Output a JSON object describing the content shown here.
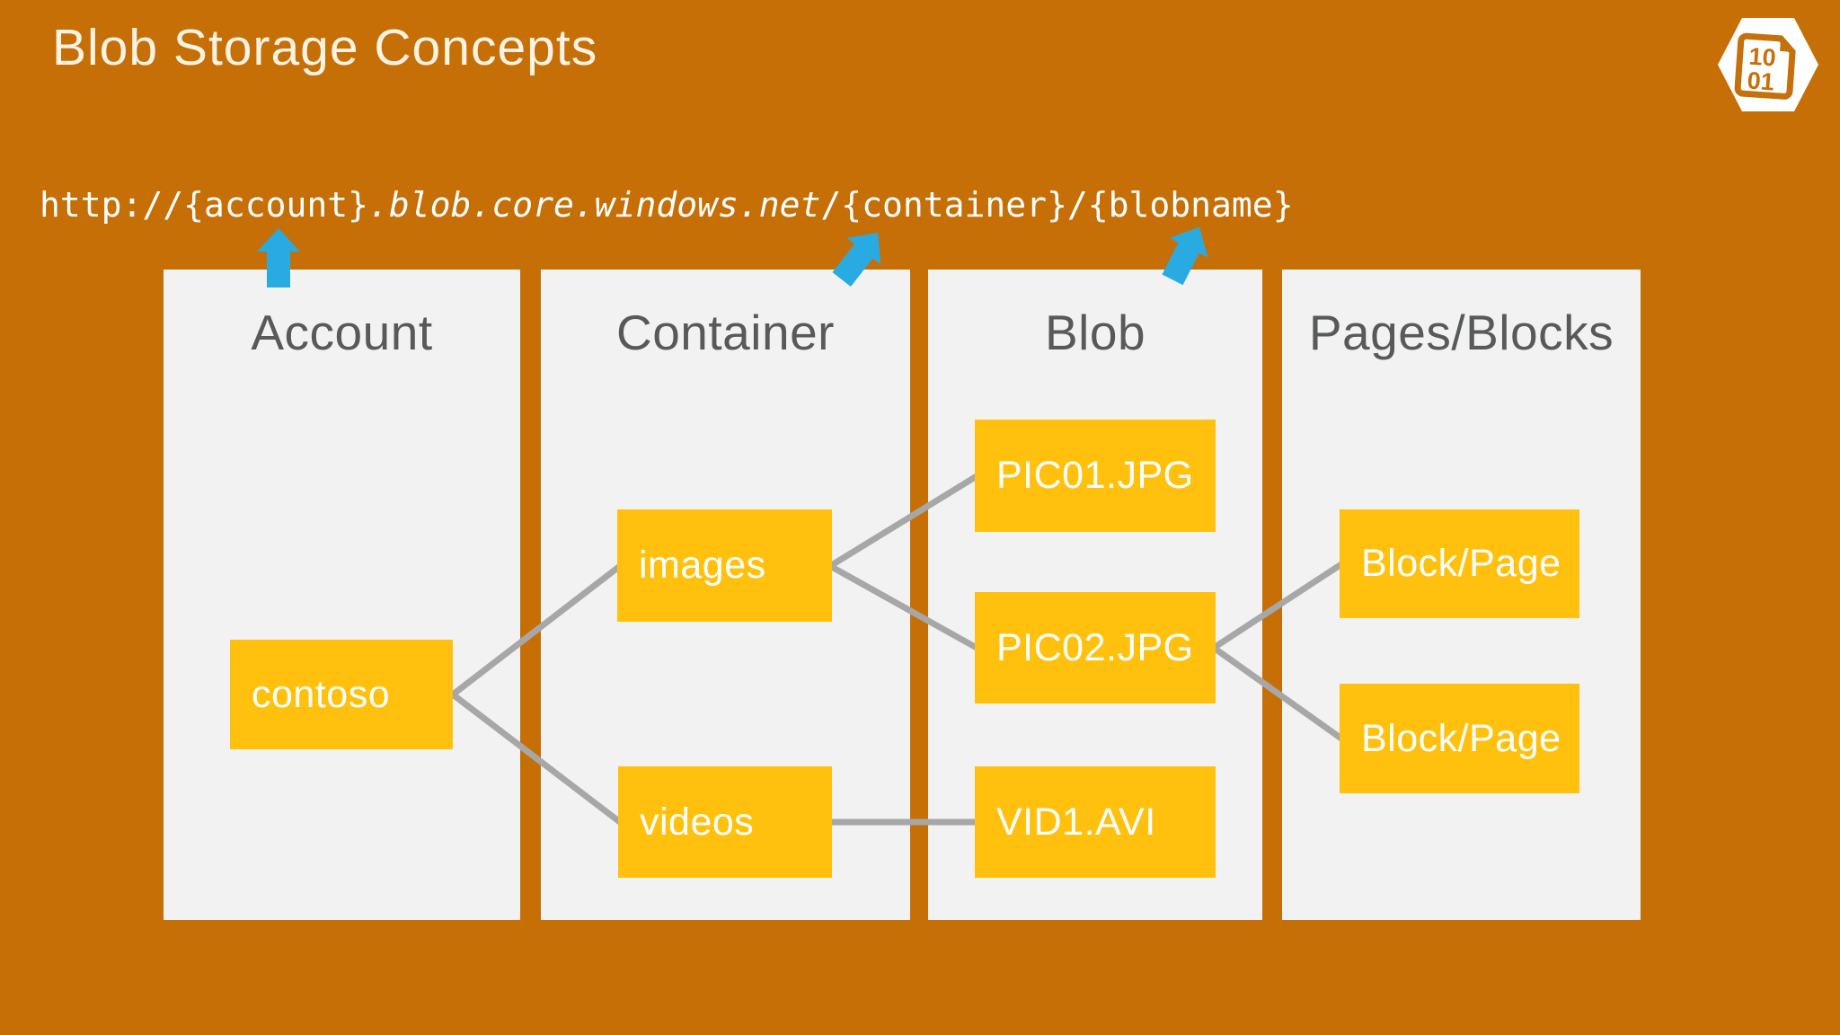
{
  "slide": {
    "title": "Blob Storage Concepts"
  },
  "url": {
    "prefix": "http://{account}",
    "domain_italic": ".blob.core.windows.net",
    "suffix": "/{container}/{blobname}"
  },
  "logo": {
    "name": "binary-document-hexagon-logo",
    "line1": "10",
    "line2": "01"
  },
  "columns": [
    {
      "id": "account",
      "label": "Account"
    },
    {
      "id": "container",
      "label": "Container"
    },
    {
      "id": "blob",
      "label": "Blob"
    },
    {
      "id": "pages-blocks",
      "label": "Pages/Blocks"
    }
  ],
  "boxes": {
    "contoso": "contoso",
    "images": "images",
    "videos": "videos",
    "pic01": "PIC01.JPG",
    "pic02": "PIC02.JPG",
    "vid1": "VID1.AVI",
    "block_page_1": "Block/Page",
    "block_page_2": "Block/Page"
  },
  "connections": [
    {
      "from": "contoso",
      "to": "images"
    },
    {
      "from": "contoso",
      "to": "videos"
    },
    {
      "from": "images",
      "to": "pic01"
    },
    {
      "from": "images",
      "to": "pic02"
    },
    {
      "from": "videos",
      "to": "vid1"
    },
    {
      "from": "pic02",
      "to": "block_page_1"
    },
    {
      "from": "pic02",
      "to": "block_page_2"
    }
  ],
  "arrows": [
    {
      "points_at": "{account}"
    },
    {
      "points_at": "{container}"
    },
    {
      "points_at": "{blobname}"
    }
  ],
  "colors": {
    "background": "#C56F06",
    "panel": "#F2F2F2",
    "box": "#FFC10D",
    "connector": "#A7A7A7",
    "arrow": "#29ABE2",
    "header_text": "#58595B",
    "title_text": "#FBF3E3",
    "url_text": "#FFFFFF"
  }
}
